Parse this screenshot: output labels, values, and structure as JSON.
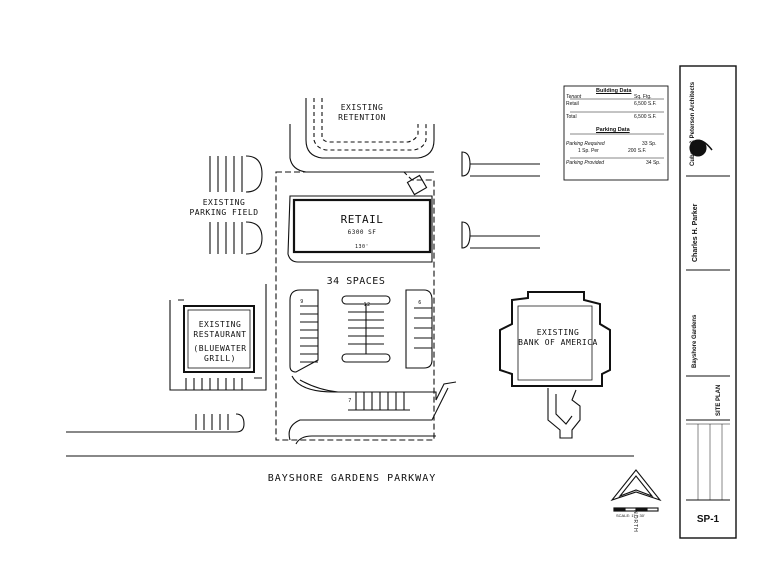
{
  "labels": {
    "existing_retention": [
      "EXISTING",
      "RETENTION"
    ],
    "existing_parking_field": [
      "EXISTING",
      "PARKING FIELD"
    ],
    "retail_title": "RETAIL",
    "retail_area": "6300 SF",
    "retail_dim": "130'",
    "spaces": "34 SPACES",
    "stall_count_left": "9",
    "stall_count_center": "12",
    "stall_count_right": "6",
    "stall_count_bottom": "7",
    "existing_restaurant": [
      "EXISTING",
      "RESTAURANT",
      "(BLUEWATER",
      "GRILL)"
    ],
    "existing_bank": [
      "EXISTING",
      "BANK OF AMERICA"
    ],
    "street": "BAYSHORE GARDENS PARKWAY",
    "north": "NORTH"
  },
  "building_data": {
    "title": "Building Data",
    "header_left": "Tenant",
    "header_right": "Sq. Ftg.",
    "rows": [
      {
        "label": "Retail",
        "value": "6,500 S.F."
      },
      {
        "label": "Total",
        "value": "6,500 S.F."
      }
    ]
  },
  "parking_data": {
    "title": "Parking Data",
    "rows": [
      {
        "label": "Parking Required",
        "value": "33 Sp."
      },
      {
        "label": "1 Sp. Per",
        "value": "200 S.F."
      },
      {
        "label": "Parking Provided",
        "value": "34 Sp."
      }
    ]
  },
  "title_block": {
    "architect": "Cubaci & Peterson Architects",
    "client": "Charles H. Parker",
    "project": "Bayshore Gardens",
    "sheet_title": "SITE PLAN",
    "sheet_number": "SP-1"
  },
  "scale": "SCALE: 1\" = 30'"
}
